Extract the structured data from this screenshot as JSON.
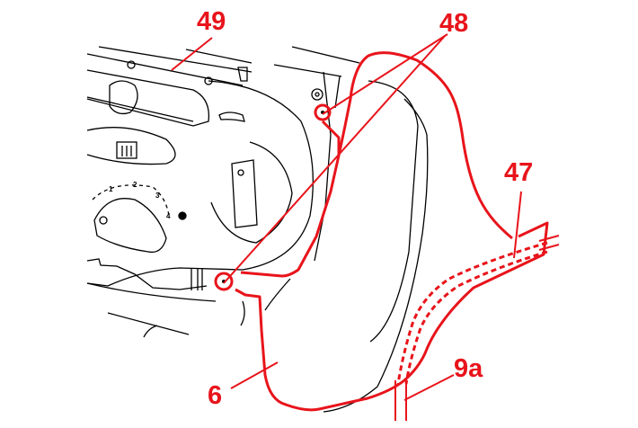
{
  "callouts": {
    "dashboard_panel": "49",
    "fixing_screws": "48",
    "trim_edge": "47",
    "side_trim_panel": "6",
    "seal": "9a"
  },
  "dial_numbers": [
    "1",
    "2",
    "3",
    "4"
  ],
  "colors": {
    "callout": "#e8141b",
    "linework": "#000000"
  }
}
